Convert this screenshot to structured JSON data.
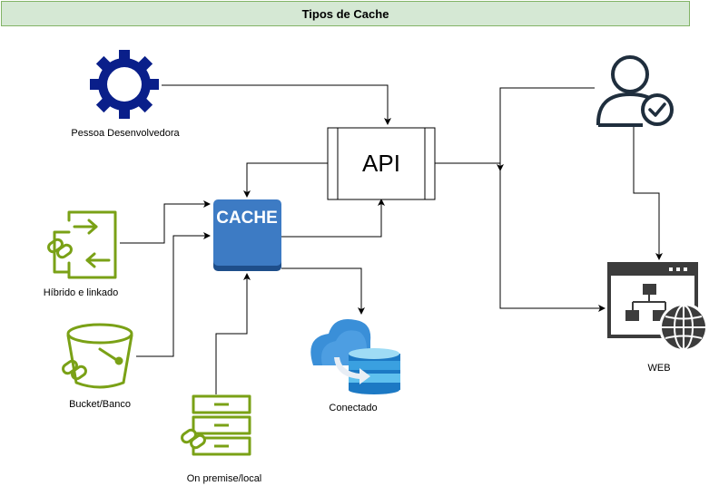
{
  "title": "Tipos de Cache",
  "nodes": {
    "developer": "Pessoa Desenvolvedora",
    "api": "API",
    "cache": "CACHE",
    "hybrid": "Híbrido e linkado",
    "bucket": "Bucket/Banco",
    "onpremise": "On premise/local",
    "connected": "Conectado",
    "web": "WEB"
  },
  "colors": {
    "title_fill": "#d5e8d4",
    "title_border": "#82b366",
    "gear": "#0a1f8a",
    "green_icon": "#7aa116",
    "cache_box": "#3d7bc4",
    "cloud_blue": "#3a8fd8",
    "dark_icon": "#1f2e3d",
    "web_icon": "#3c3c3c"
  }
}
